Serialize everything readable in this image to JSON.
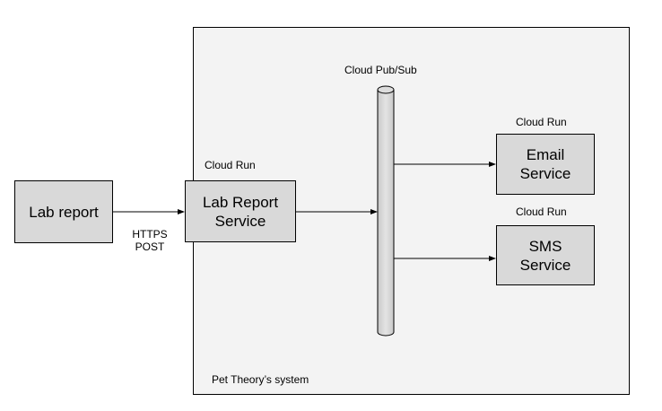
{
  "diagram": {
    "system_label": "Pet Theory’s system",
    "pubsub_label": "Cloud Pub/Sub",
    "nodes": {
      "lab_report": {
        "label": "Lab report"
      },
      "lab_report_service": {
        "platform": "Cloud Run",
        "line1": "Lab Report",
        "line2": "Service"
      },
      "email_service": {
        "platform": "Cloud Run",
        "line1": "Email",
        "line2": "Service"
      },
      "sms_service": {
        "platform": "Cloud Run",
        "line1": "SMS",
        "line2": "Service"
      }
    },
    "edges": {
      "lab_to_service": {
        "line1": "HTTPS",
        "line2": "POST"
      }
    },
    "colors": {
      "boundary_fill": "#f3f3f3",
      "box_fill": "#d9d9d9",
      "stroke": "#000000"
    }
  }
}
